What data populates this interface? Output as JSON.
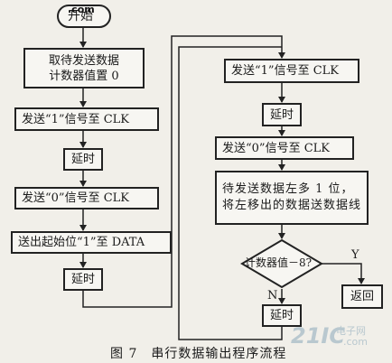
{
  "flow": {
    "start": "开始",
    "start_overlay": ".com",
    "load_data": "取待发送数据\n计数器值置 0",
    "send_one_a": "发送“1”信号至 CLK",
    "delay_a": "延时",
    "send_zero_a": "发送“0”信号至 CLK",
    "start_bit": "送出起始位“1”至 DATA",
    "delay_b": "延时",
    "send_one_b": "发送“1”信号至 CLK",
    "delay_c": "延时",
    "send_zero_b": "发送“0”信号至 CLK",
    "shift_out": "待发送数据左多 1 位，将左移出的数据送数据线",
    "decision": "计数器值－8?",
    "yes": "Y",
    "no": "N",
    "return": "返回",
    "delay_d": "延时"
  },
  "caption": "图 7　串行数据输出程序流程",
  "watermark": {
    "brand": "21IC",
    "cn": "电子网",
    "url": ".com"
  }
}
